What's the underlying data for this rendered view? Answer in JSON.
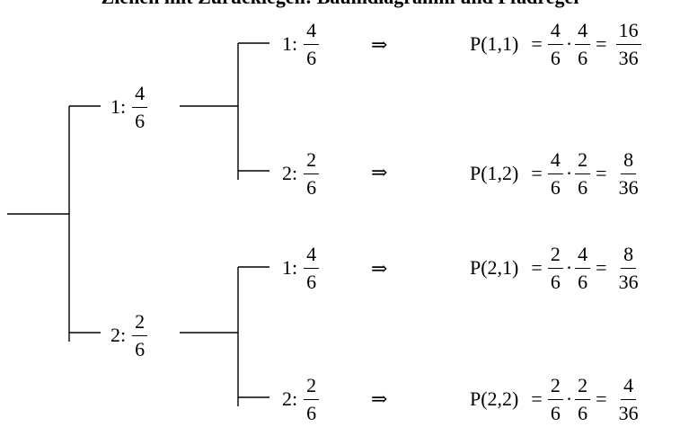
{
  "title": "Ziehen mit Zurücklegen: Baumdiagramm und Pfadregel",
  "level1": [
    {
      "outcome": "1:",
      "num": "4",
      "den": "6"
    },
    {
      "outcome": "2:",
      "num": "2",
      "den": "6"
    }
  ],
  "level2": [
    {
      "outcome": "1:",
      "num": "4",
      "den": "6"
    },
    {
      "outcome": "2:",
      "num": "2",
      "den": "6"
    },
    {
      "outcome": "1:",
      "num": "4",
      "den": "6"
    },
    {
      "outcome": "2:",
      "num": "2",
      "den": "6"
    }
  ],
  "arrow": "⇒",
  "results": [
    {
      "lhs": "P(1,1)",
      "eq": "=",
      "f1": {
        "num": "4",
        "den": "6"
      },
      "dot": "·",
      "f2": {
        "num": "4",
        "den": "6"
      },
      "eq2": "=",
      "r": {
        "num": "16",
        "den": "36"
      }
    },
    {
      "lhs": "P(1,2)",
      "eq": "=",
      "f1": {
        "num": "4",
        "den": "6"
      },
      "dot": "·",
      "f2": {
        "num": "2",
        "den": "6"
      },
      "eq2": "=",
      "r": {
        "num": "8",
        "den": "36"
      }
    },
    {
      "lhs": "P(2,1)",
      "eq": "=",
      "f1": {
        "num": "2",
        "den": "6"
      },
      "dot": "·",
      "f2": {
        "num": "4",
        "den": "6"
      },
      "eq2": "=",
      "r": {
        "num": "8",
        "den": "36"
      }
    },
    {
      "lhs": "P(2,2)",
      "eq": "=",
      "f1": {
        "num": "2",
        "den": "6"
      },
      "dot": "·",
      "f2": {
        "num": "2",
        "den": "6"
      },
      "eq2": "=",
      "r": {
        "num": "4",
        "den": "36"
      }
    }
  ]
}
